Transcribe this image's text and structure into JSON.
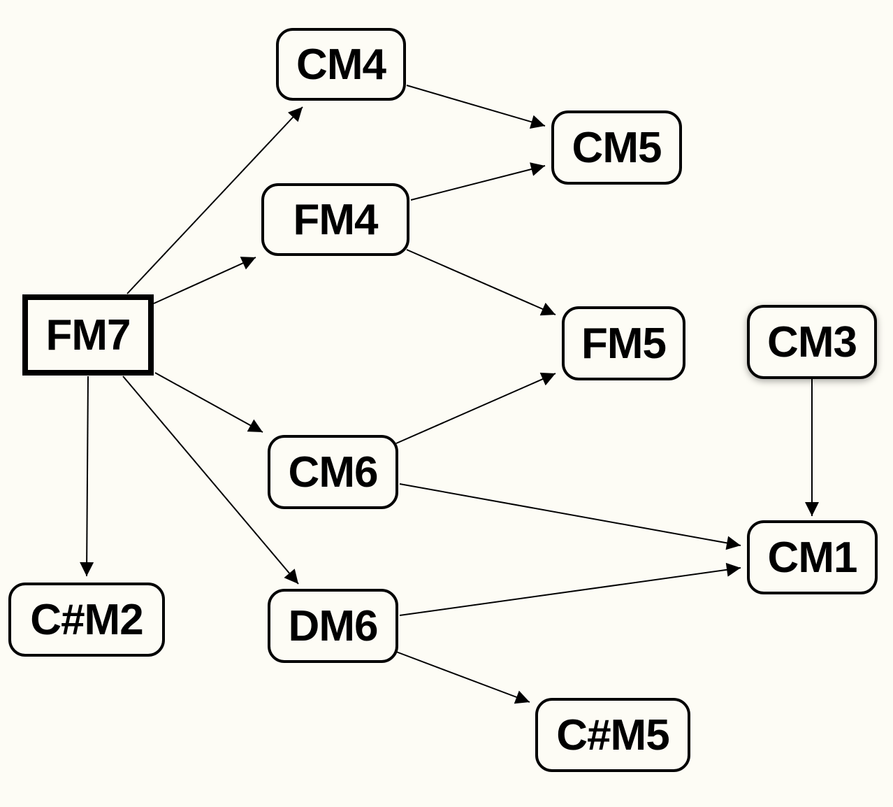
{
  "nodes": {
    "fm7": "FM7",
    "cm4": "CM4",
    "cm5": "CM5",
    "fm4": "FM4",
    "fm5": "FM5",
    "cm3": "CM3",
    "cm6": "CM6",
    "cm1": "CM1",
    "cs_m2": "C#M2",
    "dm6": "DM6",
    "cs_m5": "C#M5"
  },
  "edges": [
    {
      "from": "FM7",
      "to": "CM4"
    },
    {
      "from": "FM7",
      "to": "FM4"
    },
    {
      "from": "FM7",
      "to": "CM6"
    },
    {
      "from": "FM7",
      "to": "DM6"
    },
    {
      "from": "FM7",
      "to": "C#M2"
    },
    {
      "from": "CM4",
      "to": "CM5"
    },
    {
      "from": "FM4",
      "to": "CM5"
    },
    {
      "from": "FM4",
      "to": "FM5"
    },
    {
      "from": "CM6",
      "to": "FM5"
    },
    {
      "from": "CM6",
      "to": "CM1"
    },
    {
      "from": "DM6",
      "to": "CM1"
    },
    {
      "from": "DM6",
      "to": "C#M5"
    },
    {
      "from": "CM3",
      "to": "CM1"
    }
  ],
  "colors": {
    "background": "#fdfcf5",
    "stroke": "#000000"
  }
}
